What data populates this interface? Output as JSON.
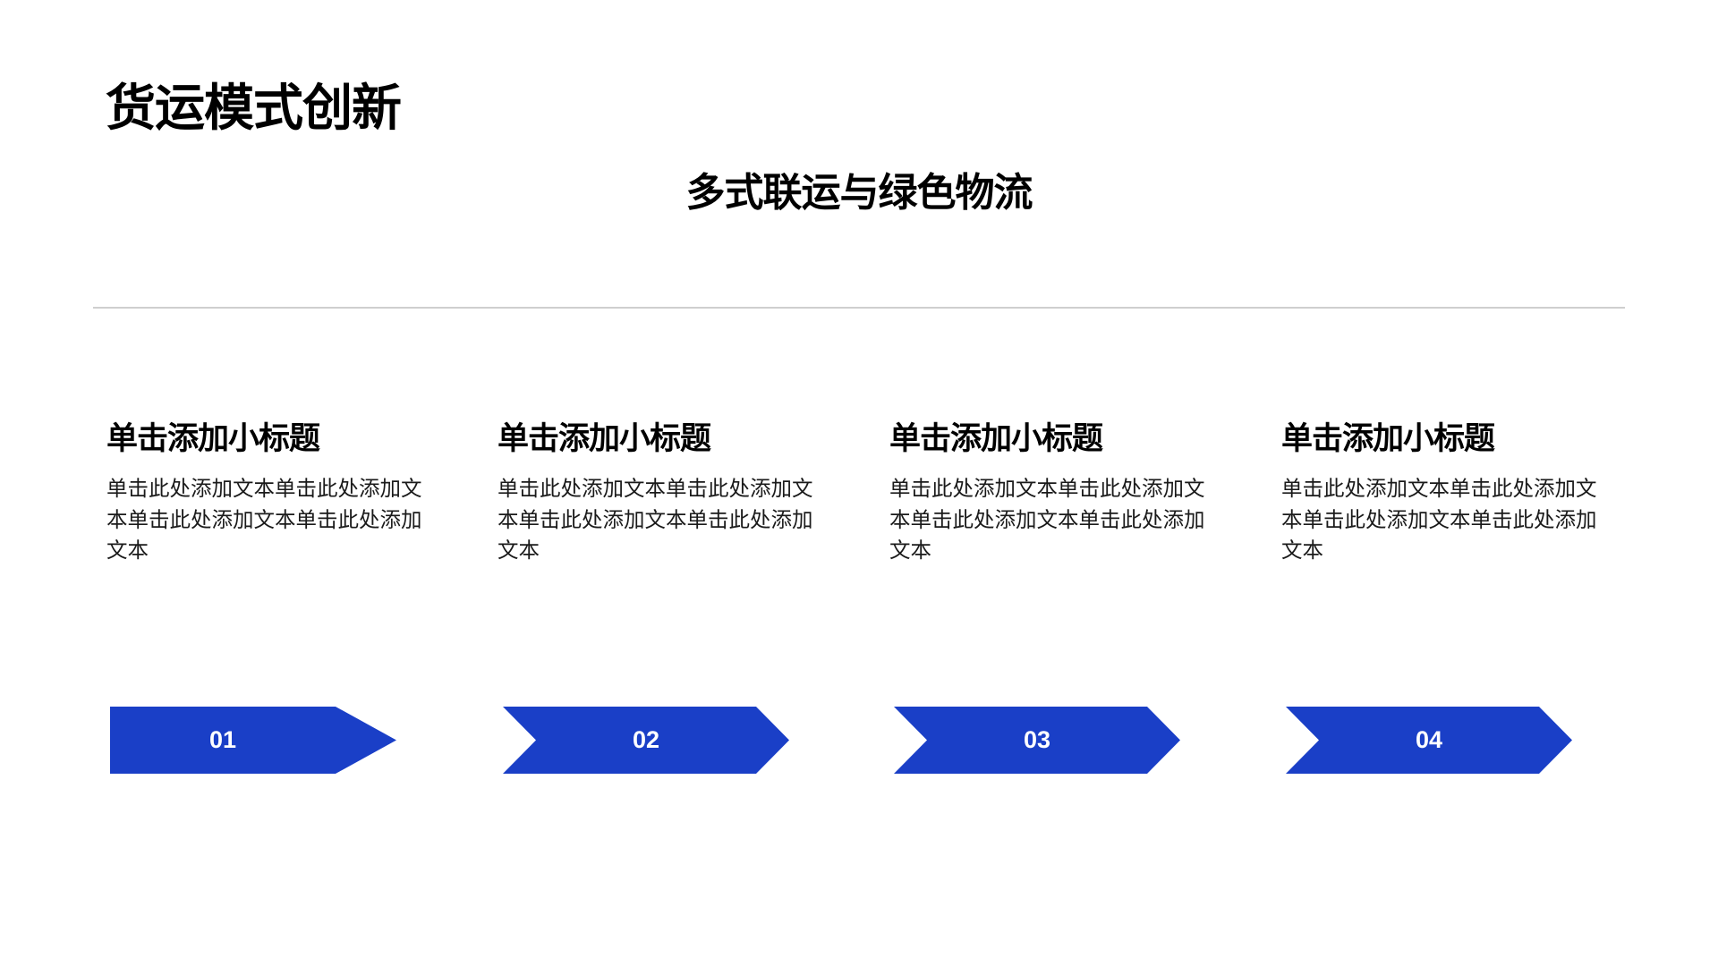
{
  "slide": {
    "title": "货运模式创新",
    "subtitle": "多式联运与绿色物流",
    "accent_color": "#1A3FC7",
    "divider_color": "#CFCFCF"
  },
  "columns": [
    {
      "heading": "单击添加小标题",
      "body": "单击此处添加文本单击此处添加文本单击此处添加文本单击此处添加文本",
      "step": "01"
    },
    {
      "heading": "单击添加小标题",
      "body": "单击此处添加文本单击此处添加文本单击此处添加文本单击此处添加文本",
      "step": "02"
    },
    {
      "heading": "单击添加小标题",
      "body": "单击此处添加文本单击此处添加文本单击此处添加文本单击此处添加文本",
      "step": "03"
    },
    {
      "heading": "单击添加小标题",
      "body": "单击此处添加文本单击此处添加文本单击此处添加文本单击此处添加文本",
      "step": "04"
    }
  ]
}
